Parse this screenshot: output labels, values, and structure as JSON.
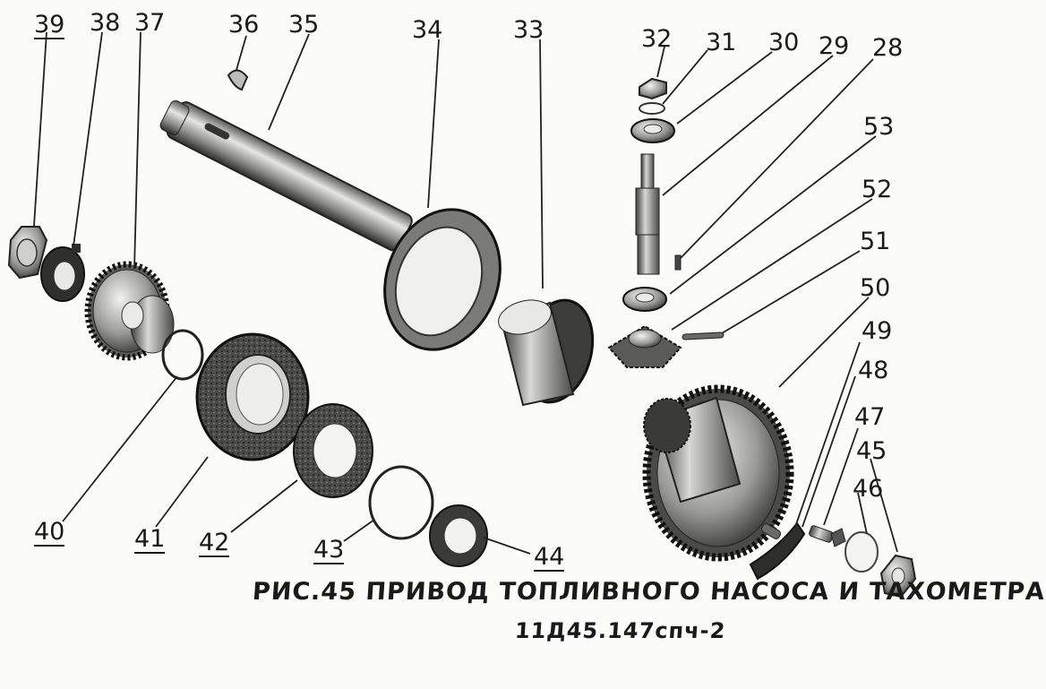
{
  "caption": {
    "title": "РИС.45  ПРИВОД ТОПЛИВНОГО НАСОСА И ТАХОМЕТРА",
    "code": "11Д45.147спч-2"
  },
  "callouts": {
    "n28": "28",
    "n29": "29",
    "n30": "30",
    "n31": "31",
    "n32": "32",
    "n33": "33",
    "n34": "34",
    "n35": "35",
    "n36": "36",
    "n37": "37",
    "n38": "38",
    "n39": "39",
    "n40": "40",
    "n41": "41",
    "n42": "42",
    "n43": "43",
    "n44": "44",
    "n45": "45",
    "n46": "46",
    "n47": "47",
    "n48": "48",
    "n49": "49",
    "n50": "50",
    "n51": "51",
    "n52": "52",
    "n53": "53"
  }
}
